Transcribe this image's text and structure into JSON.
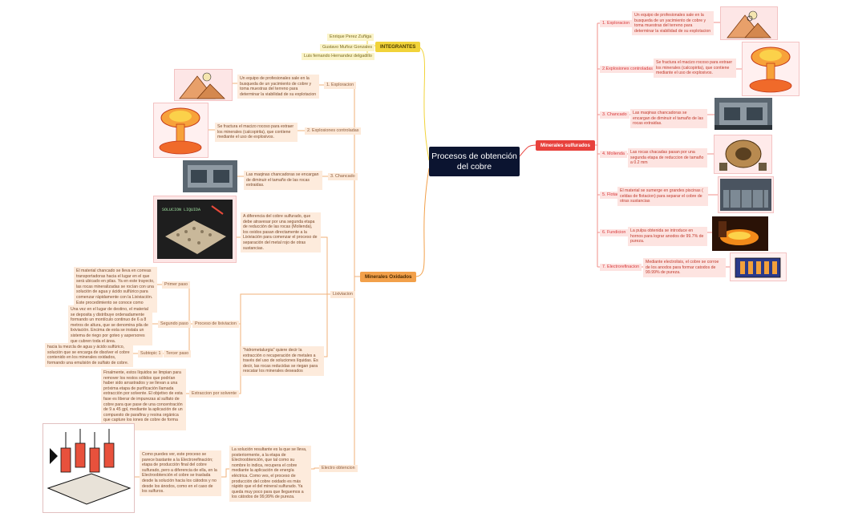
{
  "central": {
    "title": "Procesos de obtención del cobre"
  },
  "integrantes": {
    "label": "INTEGRANTES",
    "members": [
      "Enrique Perez Zuñiga",
      "Gustavo Muñoz Gonzales",
      "Luis fernando Hernandez delgadillo"
    ]
  },
  "sulfurados": {
    "label": "Minerales sulfurados",
    "steps": [
      {
        "label": "1. Exploracion",
        "text": "Un equipo de profesionales sale en la busqueda de un yacimiento de cobre y toma muestras del terreno para determinar la viabilidad de su explotacion"
      },
      {
        "label": "2.Explosiones controladas",
        "text": "Se fractura el macizo rocoso para extraer los minerales (calcopirita), que contiene mediante el uso de explosivos."
      },
      {
        "label": "3. Chancado",
        "text": "Las maqinas chancadoras se encargan de diminuir el tamaño de las rocas extraidas."
      },
      {
        "label": "4. Molienda",
        "text": "Las rocas chacadas pasan por una segunda etapa de reduccion de tamaño a 0.2 mm"
      },
      {
        "label": "5. Flotacion",
        "text": "El material se sumerge en grandes piscinas ( celdas de flotacion) para separar el cobre de otras sustancias"
      },
      {
        "label": "6. Fundicion",
        "text": "La pulpa obtenida se introduce en hornos para lograr anodos de 99.7% de pureza."
      },
      {
        "label": "7. Electrorefinacion",
        "text": "Mediante electrolisis, el cobre se corroe de los anodos para formar catodos de 99.99% de pureza."
      }
    ]
  },
  "oxidados": {
    "label": "Minerales Oxidados",
    "steps": [
      {
        "label": "1. Exploracion",
        "text": "Un equipo de profesionales sale en la busqueda de un yacimiento de cobre y toma muestras del terreno para determinar la viabilidad de su explotacion"
      },
      {
        "label": "2. Explosiones controladas",
        "text": "Se fractura el macizo rocoso para extraer los minerales (calcopirita), que contiene mediante el uso de explosivos."
      },
      {
        "label": "3. Chancado",
        "text": "Las maqinas chancadoras se encargan de diminuir el tamaño de las rocas extraidas."
      }
    ],
    "lixiviacion": {
      "label": "Lixiviacion",
      "text1": "A diferencia del cobre sulfurado, que debe atravesar por una segunda etapa de reducción de las rocas (Molienda), los oxidos pasan directamente a la Lixiviación para comenzar el proceso de separación del metal rojo de otras sustancias.",
      "text2": "\"hidrometalurgia\" quiere decir la extracción o recuperación de metales a través del uso de soluciones líquidas. Es decir, las rocas reducidas se riegan para rescatar los minerales deseados",
      "proceso_label": "Proceso de lixiviacion",
      "pasos": [
        {
          "label": "Primer paso",
          "text": "El material chancado se lleva en correas transportadoras hacia el lugar en el que será ubicado en pilas. Ya en este trayecto, las rocas mineralizadas se rocían con una solución de agua y ácido sulfúrico para comenzar rápidamente con la Lixiviación. Este procedimiento se conoce como curado."
        },
        {
          "label": "Segundo paso",
          "text": "Una vez en el lugar de destino, el material se deposita y distribuye ordenadamente formando un montículo continuo de 6 a 8 metros de altura, que se denomina pila de lixiviación. Encima de esta se instala un sistema de riego por goteo y aspersores que cubren toda el área."
        },
        {
          "label": "Tercer paso",
          "text": ""
        }
      ],
      "subtopic_label": "Subtopic 1",
      "subtopic_text": "hacia la mezcla de agua y ácido sulfúrico, solución que se encarga de disolver el cobre contenido en los minerales oxidados, formando una emulsión de sulfato de cobre.",
      "extraccion_label": "Extraccion por solvente",
      "extraccion_text": "Finalmente, estos líquidos se limpian para remover los restos sólidos que podrían haber sido arrastrados y se llevan a una próxima etapa de purificación llamada extracción por solvente. El objetivo de esta fase es liberar de impurezas al sulfato de cobre para que pase de una concentración de 9 a 45 gpl, mediante la aplicación de un compuesto de parafina y resina orgánica que capture los iones de cobre de forma selectiva."
    },
    "electro": {
      "label": "Electro obtencion",
      "text1": "La solución resultante es la que se lleva, posteriormente, a la etapa de Electroobtención, que tal como su nombre lo indica, recupera el cobre mediante la aplicación de energía eléctrica. Como ves, el proceso de producción del cobre oxidado es más rápido que el del mineral sulfurado. Ya queda muy poco para que lleguemos a los cátodos de 99,99% de pureza.",
      "text2": "Como puedes ver, este proceso se parece bastante a la Electrorefinación; etapa de producción final del cobre sulfurado, pero a diferencia de ella, en la Electroobtención el cobre se traslada desde la solución hacia los cátodos y no desde los ánodos, como en el caso de los sulfuros."
    }
  },
  "images": {
    "bag_text": "SOLUCION LIQUIDA"
  },
  "colors": {
    "central": "#0b1430",
    "sulfurados": "#e8413c",
    "oxidados": "#f2a04a",
    "integrantes": "#f1d33a",
    "line_orange": "#f2b27a",
    "line_red": "#f28f8a"
  }
}
